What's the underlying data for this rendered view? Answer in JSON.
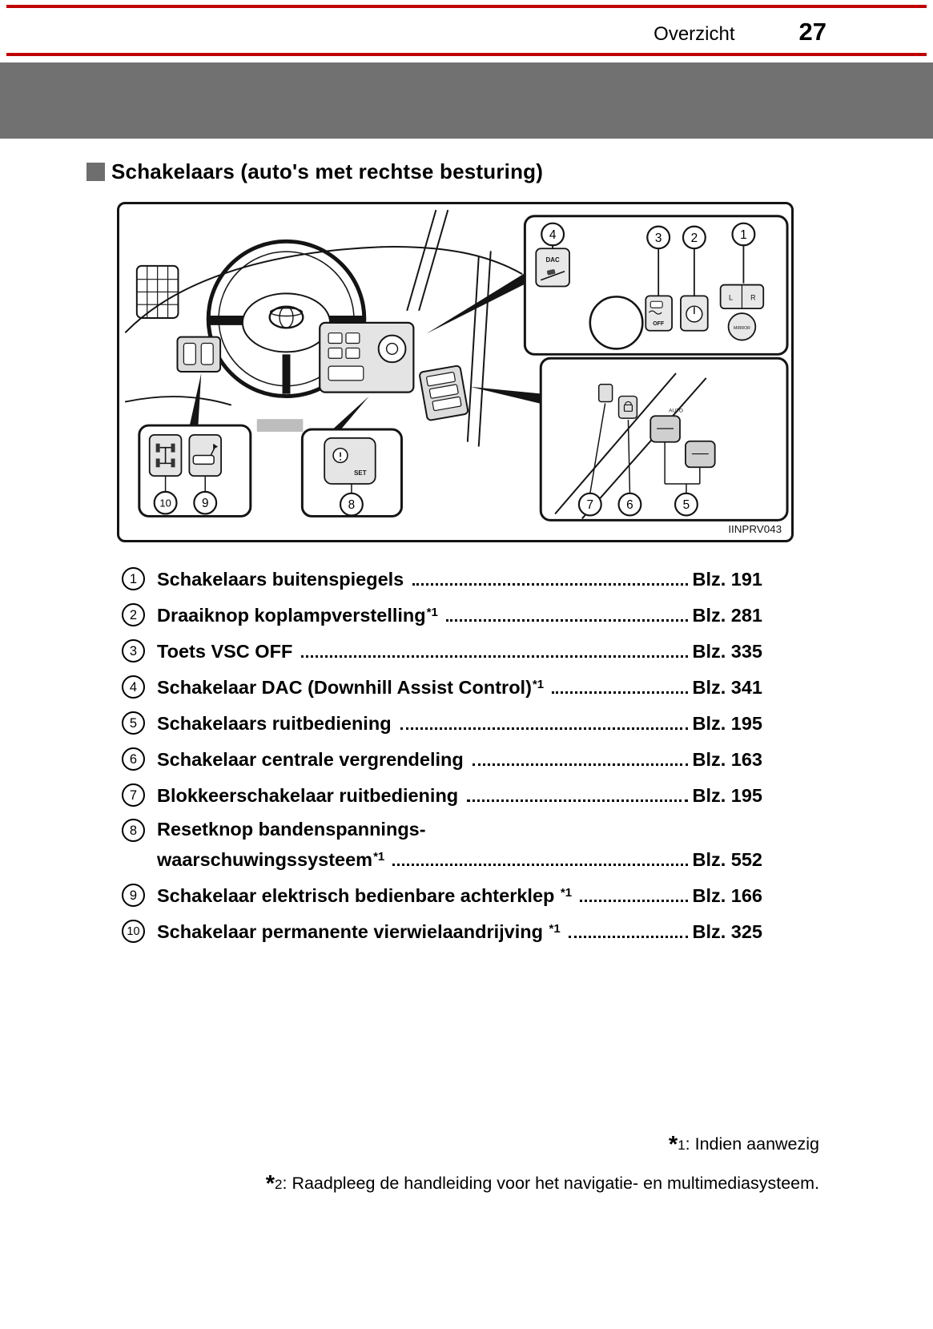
{
  "colors": {
    "accent_red": "#c00000",
    "band_gray": "#717171"
  },
  "header": {
    "section": "Overzicht",
    "page_number": "27"
  },
  "section_title": "Schakelaars (auto's met rechtse besturing)",
  "figure": {
    "code": "IINPRV043",
    "callouts": [
      "1",
      "2",
      "3",
      "4",
      "5",
      "6",
      "7",
      "8",
      "9",
      "10"
    ],
    "labels": {
      "dac": "DAC",
      "off": "OFF",
      "auto": "AUTO",
      "mirror": "MIRROR",
      "l": "L",
      "r": "R",
      "set": "SET"
    }
  },
  "items": [
    {
      "num": "1",
      "label": "Schakelaars buitenspiegels",
      "sup": "",
      "page": "Blz. 191"
    },
    {
      "num": "2",
      "label": "Draaiknop koplampverstelling",
      "sup": "*1",
      "page": "Blz. 281"
    },
    {
      "num": "3",
      "label": "Toets VSC OFF",
      "sup": "",
      "page": "Blz. 335"
    },
    {
      "num": "4",
      "label": "Schakelaar DAC (Downhill Assist Control)",
      "sup": "*1",
      "page": "Blz. 341"
    },
    {
      "num": "5",
      "label": "Schakelaars ruitbediening",
      "sup": "",
      "page": "Blz. 195"
    },
    {
      "num": "6",
      "label": "Schakelaar centrale vergrendeling",
      "sup": "",
      "page": "Blz. 163"
    },
    {
      "num": "7",
      "label": "Blokkeerschakelaar ruitbediening",
      "sup": "",
      "page": "Blz. 195"
    },
    {
      "num": "8",
      "line1": "Resetknop bandenspannings-",
      "line2": "waarschuwingssysteem",
      "sup": "*1",
      "page": "Blz. 552"
    },
    {
      "num": "9",
      "label": "Schakelaar elektrisch bedienbare achterklep ",
      "sup": "*1",
      "page": "Blz. 166"
    },
    {
      "num": "10",
      "label": "Schakelaar permanente vierwielaandrijving ",
      "sup": "*1",
      "page": "Blz. 325"
    }
  ],
  "footnotes": [
    {
      "star": "*",
      "num": "1",
      "text": ": Indien aanwezig"
    },
    {
      "star": "*",
      "num": "2",
      "text": ": Raadpleeg de handleiding voor het navigatie- en multimediasysteem."
    }
  ]
}
